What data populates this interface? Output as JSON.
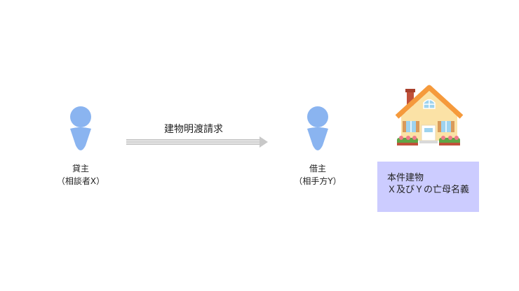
{
  "lender": {
    "title": "貸主",
    "subtitle": "（相談者X）"
  },
  "claim": {
    "label": "建物明渡請求"
  },
  "borrower": {
    "title": "借主",
    "subtitle": "（相手方Y）"
  },
  "property_note": {
    "line1": "本件建物",
    "line2": "Ｘ及びＹの亡母名義"
  },
  "colors": {
    "person": "#8ab4f0",
    "arrow": "#c8c8c8",
    "note_bg": "#ccccff",
    "roof": "#f59a3c",
    "wall": "#fbe2a6"
  }
}
